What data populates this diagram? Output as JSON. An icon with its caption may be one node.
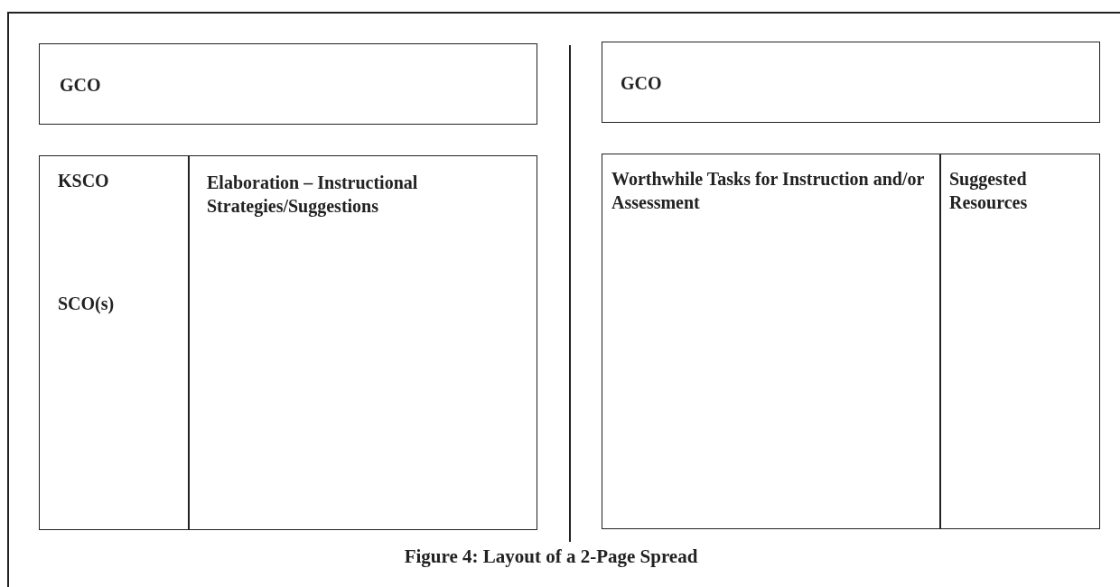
{
  "diagram": {
    "caption": "Figure 4: Layout of a 2-Page Spread",
    "nodes": [
      {
        "text": [
          "GCO"
        ]
      },
      {
        "text": [
          "KSCO",
          "SCO(s)"
        ]
      },
      {
        "text": [
          "Elaboration – Instructional Strategies/Suggestions"
        ]
      },
      {
        "text": [
          "GCO"
        ]
      },
      {
        "text": [
          "Worthwhile Tasks for Instruction and/or Assessment"
        ]
      },
      {
        "text": [
          "Suggested Resources"
        ]
      }
    ],
    "edges": []
  }
}
